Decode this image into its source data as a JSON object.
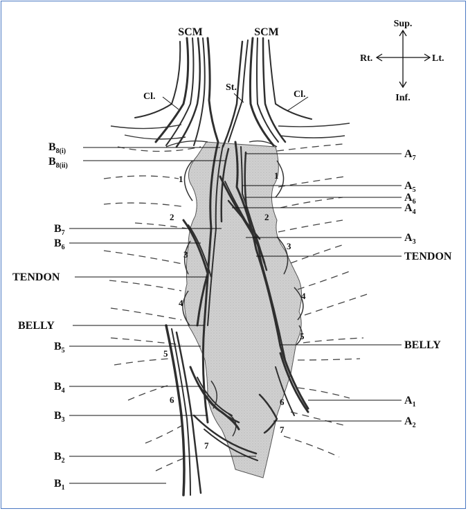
{
  "title": "",
  "orientation": {
    "superior": "Sup.",
    "inferior": "Inf.",
    "right": "Rt.",
    "left": "Lt."
  },
  "top_labels": {
    "scm_right": "SCM",
    "scm_left": "SCM",
    "clavicle_right": "Cl.",
    "clavicle_left": "Cl.",
    "sternum": "St."
  },
  "right_side_labels": [
    {
      "id": "b8i",
      "main": "B",
      "sub": "8(i)"
    },
    {
      "id": "b8ii",
      "main": "B",
      "sub": "8(ii)"
    },
    {
      "id": "b7",
      "main": "B",
      "sub": "7"
    },
    {
      "id": "b6",
      "main": "B",
      "sub": "6"
    },
    {
      "id": "tendon",
      "main": "TENDON",
      "sub": ""
    },
    {
      "id": "belly",
      "main": "BELLY",
      "sub": ""
    },
    {
      "id": "b5",
      "main": "B",
      "sub": "5"
    },
    {
      "id": "b4",
      "main": "B",
      "sub": "4"
    },
    {
      "id": "b3",
      "main": "B",
      "sub": "3"
    },
    {
      "id": "b2",
      "main": "B",
      "sub": "2"
    },
    {
      "id": "b1",
      "main": "B",
      "sub": "1"
    }
  ],
  "left_side_labels": [
    {
      "id": "a7",
      "main": "A",
      "sub": "7"
    },
    {
      "id": "a5",
      "main": "A",
      "sub": "5"
    },
    {
      "id": "a6",
      "main": "A",
      "sub": "6"
    },
    {
      "id": "a4",
      "main": "A",
      "sub": "4"
    },
    {
      "id": "a3",
      "main": "A",
      "sub": "3"
    },
    {
      "id": "tendon",
      "main": "TENDON",
      "sub": ""
    },
    {
      "id": "belly",
      "main": "BELLY",
      "sub": ""
    },
    {
      "id": "a1",
      "main": "A",
      "sub": "1"
    },
    {
      "id": "a2",
      "main": "A",
      "sub": "2"
    }
  ],
  "rib_numbers_right": [
    "1",
    "2",
    "3",
    "4",
    "5",
    "6",
    "7"
  ],
  "rib_numbers_left": [
    "1",
    "2",
    "3",
    "4",
    "5",
    "6",
    "7"
  ],
  "colors": {
    "frame": "#4a78c2",
    "muscle_fill": "#cfcfcf",
    "fiber": "#3a3a3a",
    "rib_dash": "#444444",
    "leader": "#111111"
  }
}
